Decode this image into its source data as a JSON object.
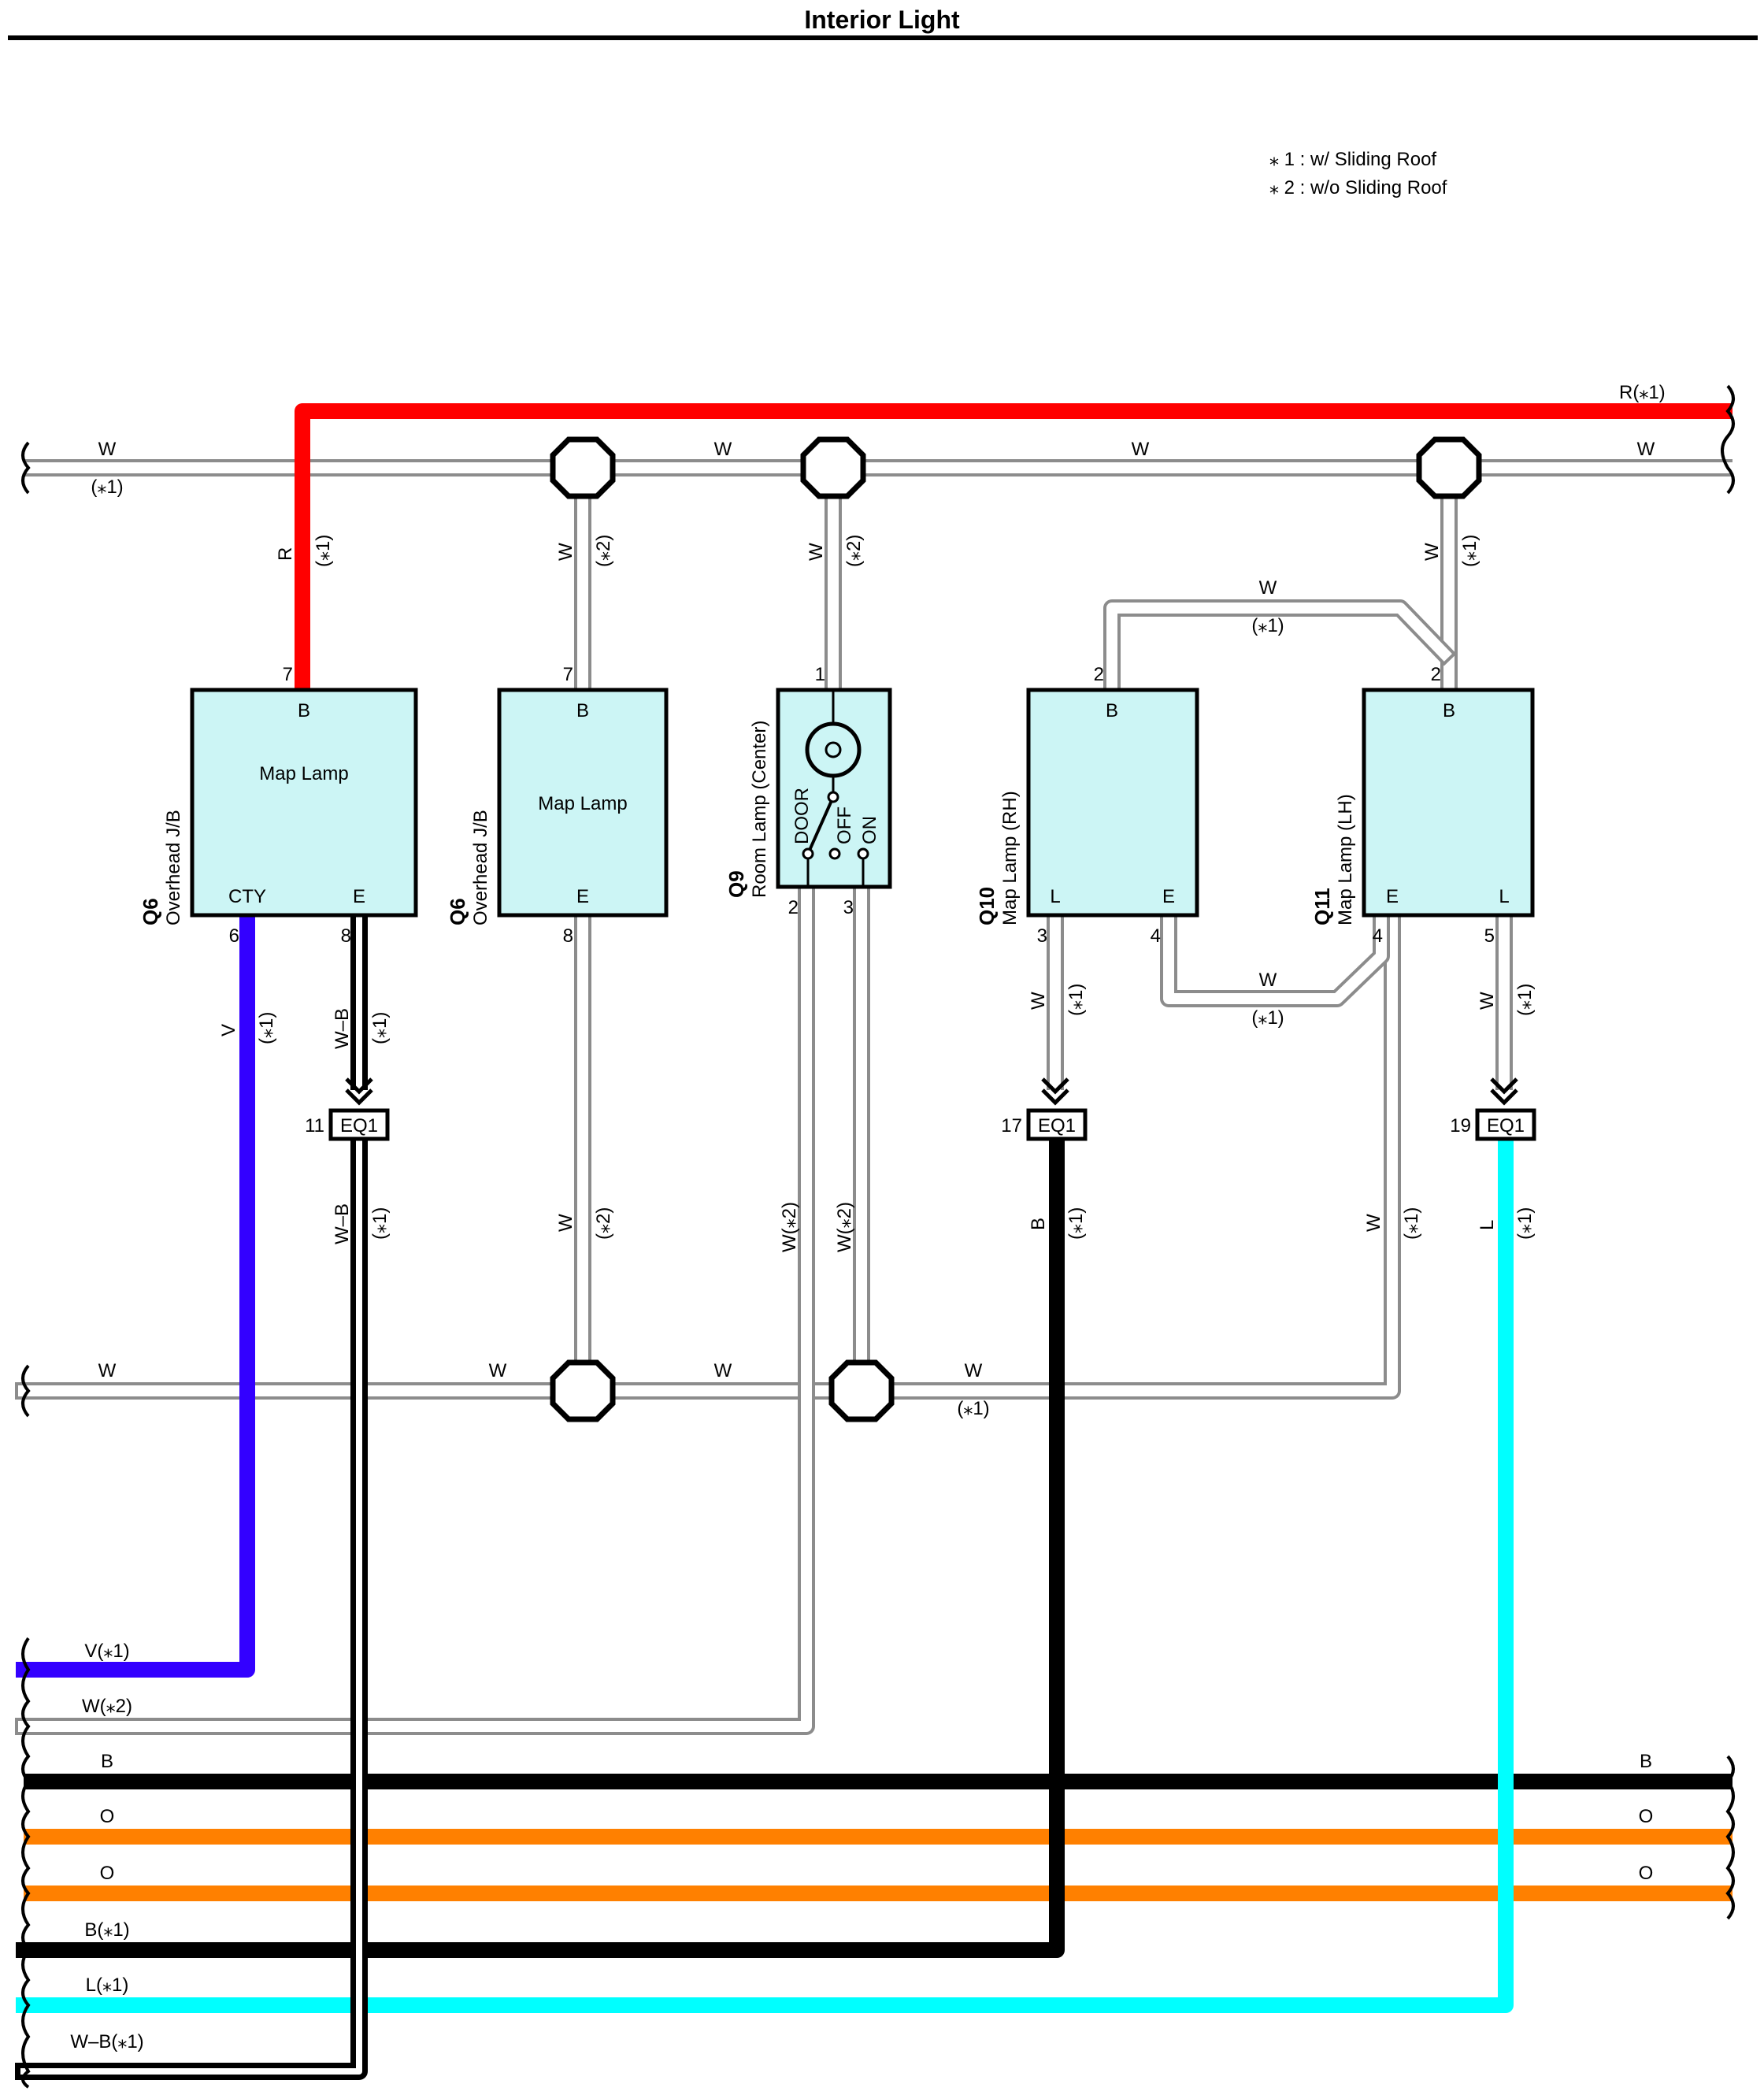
{
  "title": "Interior Light",
  "legend": [
    "⁎ 1 : w/ Sliding Roof",
    "⁎ 2 : w/o Sliding Roof"
  ],
  "colors": {
    "red": "#ff0000",
    "violet": "#3300ff",
    "black": "#000000",
    "orange": "#ff8000",
    "cyan": "#00ffff",
    "white_wire": "#ffffff",
    "outline": "#8c8c8c",
    "component": "#ccf5f5"
  },
  "wire_labels": {
    "top_r": "R(⁎1)",
    "top_w": "W",
    "top_w_note": "(⁎1)",
    "r_v": "R",
    "note1": "(⁎1)",
    "note2": "(⁎2)",
    "w": "W",
    "v": "V",
    "wb": "W–B",
    "b": "B",
    "l": "L",
    "w2": "W(⁎2)"
  },
  "components": {
    "q6a": {
      "code": "Q6",
      "name": "Overhead J/B",
      "title": "Map Lamp",
      "pin_b": "B",
      "pin_cty": "CTY",
      "pin_e": "E",
      "n7": "7",
      "n6": "6",
      "n8": "8"
    },
    "q6b": {
      "code": "Q6",
      "name": "Overhead J/B",
      "title": "Map Lamp",
      "pin_b": "B",
      "pin_e": "E",
      "n7": "7",
      "n8": "8"
    },
    "q9": {
      "code": "Q9",
      "name": "Room Lamp (Center)",
      "sw_door": "DOOR",
      "sw_off": "OFF",
      "sw_on": "ON",
      "n1": "1",
      "n2": "2",
      "n3": "3"
    },
    "q10": {
      "code": "Q10",
      "name": "Map Lamp (RH)",
      "pin_b": "B",
      "pin_l": "L",
      "pin_e": "E",
      "n2": "2",
      "n3": "3",
      "n4": "4"
    },
    "q11": {
      "code": "Q11",
      "name": "Map Lamp (LH)",
      "pin_b": "B",
      "pin_e": "E",
      "pin_l": "L",
      "n2": "2",
      "n4": "4",
      "n5": "5"
    }
  },
  "connectors": [
    {
      "label": "EQ1",
      "pin": "11"
    },
    {
      "label": "EQ1",
      "pin": "17"
    },
    {
      "label": "EQ1",
      "pin": "19"
    }
  ],
  "bus_left": [
    "V(⁎1)",
    "W(⁎2)",
    "B",
    "O",
    "O",
    "B(⁎1)",
    "L(⁎1)",
    "W–B(⁎1)"
  ],
  "bus_right": [
    "B",
    "O",
    "O"
  ]
}
